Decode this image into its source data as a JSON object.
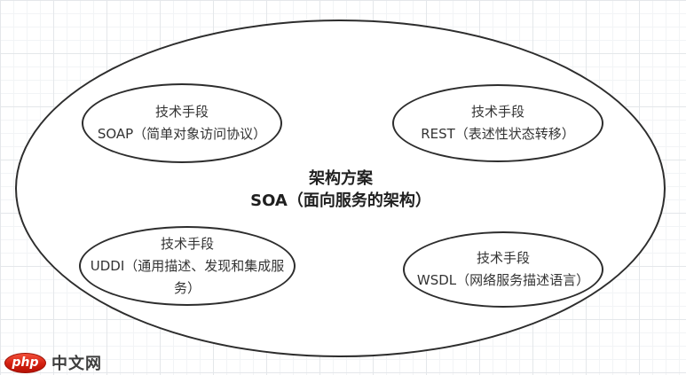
{
  "diagram": {
    "center": {
      "line1": "架构方案",
      "line2": "SOA（面向服务的架构）"
    },
    "nodes": [
      {
        "id": "soap",
        "line1": "技术手段",
        "line2": "SOAP（简单对象访问协议）"
      },
      {
        "id": "rest",
        "line1": "技术手段",
        "line2": "REST（表述性状态转移）"
      },
      {
        "id": "uddi",
        "line1": "技术手段",
        "line2": "UDDI（通用描述、发现和集成服务）"
      },
      {
        "id": "wsdl",
        "line1": "技术手段",
        "line2": "WSDL（网络服务描述语言）"
      }
    ],
    "stroke_color": "#2d2d2d",
    "text_color": "#333333"
  },
  "watermark": {
    "logo_text": "php",
    "site_text": "中文网",
    "logo_color": "#d31f10"
  }
}
